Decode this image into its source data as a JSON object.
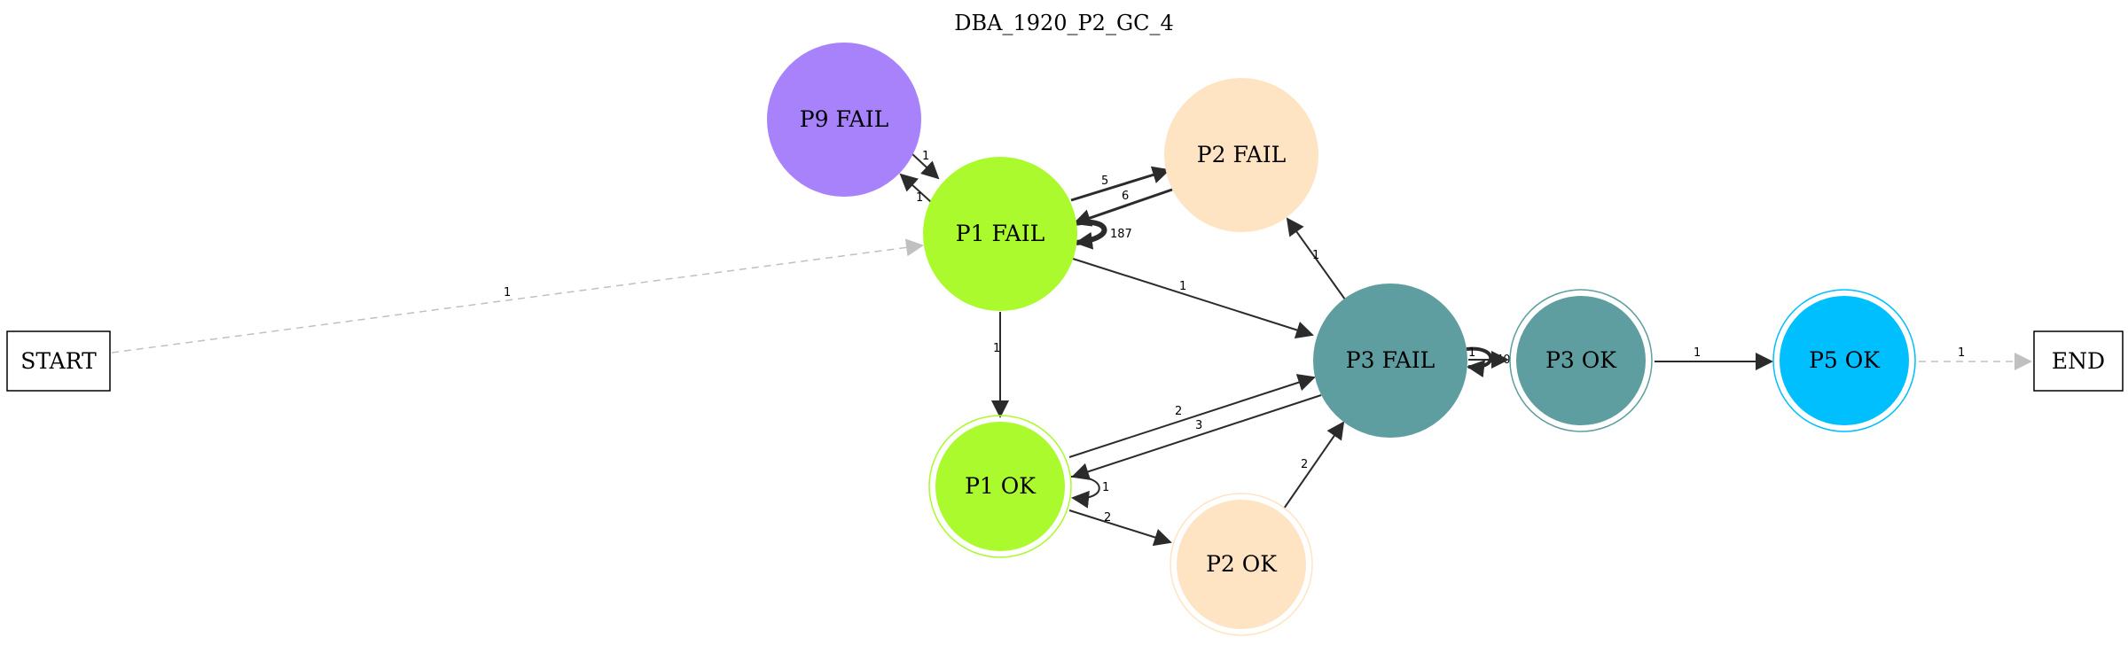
{
  "title": "DBA_1920_P2_GC_4",
  "nodes": {
    "start": {
      "label": "START"
    },
    "end": {
      "label": "END"
    },
    "p9fail": {
      "label": "P9 FAIL",
      "color": "#a882fa"
    },
    "p1fail": {
      "label": "P1 FAIL",
      "color": "#aafa2d"
    },
    "p2fail": {
      "label": "P2 FAIL",
      "color": "#ffe4c4"
    },
    "p3fail": {
      "label": "P3 FAIL",
      "color": "#5f9ea0"
    },
    "p3ok": {
      "label": "P3 OK",
      "color": "#5f9ea0"
    },
    "p5ok": {
      "label": "P5 OK",
      "color": "#00bfff"
    },
    "p1ok": {
      "label": "P1 OK",
      "color": "#aafa2d"
    },
    "p2ok": {
      "label": "P2 OK",
      "color": "#ffe4c4"
    }
  },
  "edges": {
    "start_p1fail": "1",
    "p9fail_p1fail": "1",
    "p1fail_p9fail": "1",
    "p1fail_p2fail": "5",
    "p2fail_p1fail": "6",
    "p1fail_self": "187",
    "p1fail_p3fail": "1",
    "p3fail_p2fail": "1",
    "p1fail_p1ok": "1",
    "p3fail_self": "40",
    "p3fail_p3ok": "1",
    "p3ok_p5ok": "1",
    "p5ok_end": "1",
    "p1ok_p3fail": "2",
    "p3fail_p1ok": "3",
    "p1ok_self": "1",
    "p1ok_p2ok": "2",
    "p2ok_p3fail": "2"
  }
}
